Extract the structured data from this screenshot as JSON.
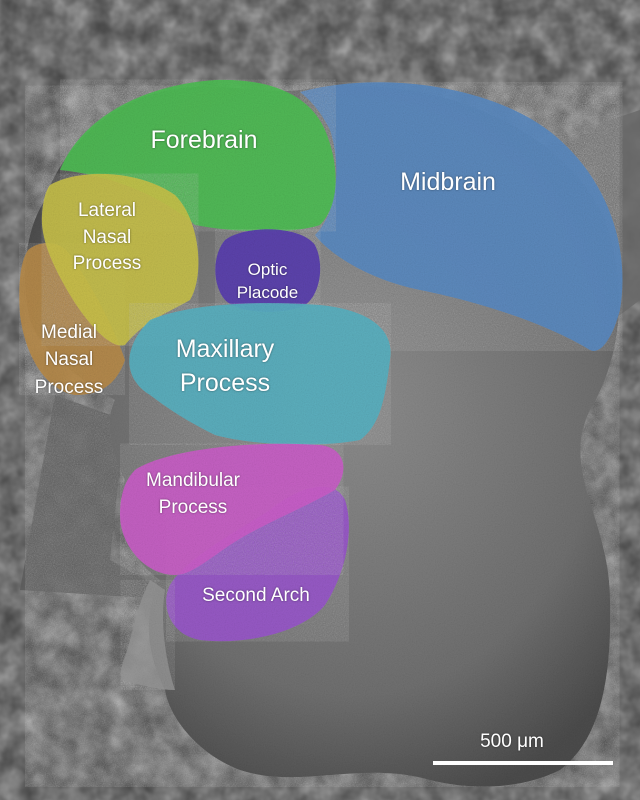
{
  "image": {
    "kind": "scanning electron micrograph, false-colored embryo head",
    "background_color": "#3e3e3e"
  },
  "regions": {
    "forebrain": {
      "label": "Forebrain",
      "color": "#4fbf55"
    },
    "midbrain": {
      "label": "Midbrain",
      "color": "#5b8bc2"
    },
    "lateral_nasal": {
      "lines": [
        "Lateral",
        "Nasal",
        "Process"
      ],
      "color": "#c9c24a"
    },
    "medial_nasal": {
      "lines": [
        "Medial",
        "Nasal",
        "Process"
      ],
      "color": "#b98c4a"
    },
    "optic": {
      "lines": [
        "Optic",
        "Placode"
      ],
      "color": "#5a3fb0"
    },
    "maxillary": {
      "lines": [
        "Maxillary",
        "Process"
      ],
      "color": "#59b2c2"
    },
    "mandibular": {
      "lines": [
        "Mandibular",
        "Process"
      ],
      "color": "#cb5fc9"
    },
    "second_arch": {
      "label": "Second Arch",
      "color": "#9a58cc"
    }
  },
  "scale": {
    "label": "500 μm",
    "color": "#ffffff"
  }
}
